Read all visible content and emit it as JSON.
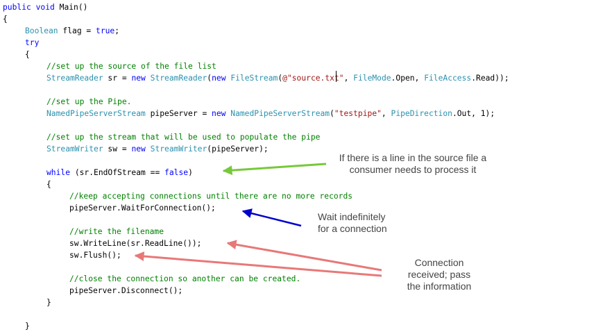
{
  "colors": {
    "keyword": "#0000ff",
    "type": "#2b91af",
    "comment": "#008000",
    "string": "#a31515",
    "plain": "#000000",
    "arrow_green": "#77c93a",
    "arrow_blue": "#0000cc",
    "arrow_red": "#e87878"
  },
  "code_lines": [
    [
      {
        "t": "public",
        "k": "kw"
      },
      {
        "t": " ",
        "k": "pl"
      },
      {
        "t": "void",
        "k": "kw"
      },
      {
        "t": " Main()",
        "k": "pl"
      }
    ],
    [
      {
        "t": "{",
        "k": "pl"
      }
    ],
    [
      {
        "t": "Boolean",
        "k": "ty"
      },
      {
        "t": " flag = ",
        "k": "pl"
      },
      {
        "t": "true",
        "k": "kw"
      },
      {
        "t": ";",
        "k": "pl"
      }
    ],
    [
      {
        "t": "try",
        "k": "kw"
      }
    ],
    [
      {
        "t": "{",
        "k": "pl"
      }
    ],
    [
      {
        "t": "//set up the source of the file list",
        "k": "cm"
      }
    ],
    [
      {
        "t": "StreamReader",
        "k": "ty"
      },
      {
        "t": " sr = ",
        "k": "pl"
      },
      {
        "t": "new",
        "k": "kw"
      },
      {
        "t": " ",
        "k": "pl"
      },
      {
        "t": "StreamReader",
        "k": "ty"
      },
      {
        "t": "(",
        "k": "pl"
      },
      {
        "t": "new",
        "k": "kw"
      },
      {
        "t": " ",
        "k": "pl"
      },
      {
        "t": "FileStream",
        "k": "ty"
      },
      {
        "t": "(",
        "k": "pl"
      },
      {
        "t": "@\"source.txt\"",
        "k": "st"
      },
      {
        "t": ", ",
        "k": "pl"
      },
      {
        "t": "FileMode",
        "k": "ty"
      },
      {
        "t": ".Open, ",
        "k": "pl"
      },
      {
        "t": "FileAccess",
        "k": "ty"
      },
      {
        "t": ".Read));",
        "k": "pl"
      }
    ],
    [],
    [
      {
        "t": "//set up the Pipe.",
        "k": "cm"
      }
    ],
    [
      {
        "t": "NamedPipeServerStream",
        "k": "ty"
      },
      {
        "t": " pipeServer = ",
        "k": "pl"
      },
      {
        "t": "new",
        "k": "kw"
      },
      {
        "t": " ",
        "k": "pl"
      },
      {
        "t": "NamedPipeServerStream",
        "k": "ty"
      },
      {
        "t": "(",
        "k": "pl"
      },
      {
        "t": "\"testpipe\"",
        "k": "st"
      },
      {
        "t": ", ",
        "k": "pl"
      },
      {
        "t": "PipeDirection",
        "k": "ty"
      },
      {
        "t": ".Out, 1);",
        "k": "pl"
      }
    ],
    [],
    [
      {
        "t": "//set up the stream that will be used to populate the pipe",
        "k": "cm"
      }
    ],
    [
      {
        "t": "StreamWriter",
        "k": "ty"
      },
      {
        "t": " sw = ",
        "k": "pl"
      },
      {
        "t": "new",
        "k": "kw"
      },
      {
        "t": " ",
        "k": "pl"
      },
      {
        "t": "StreamWriter",
        "k": "ty"
      },
      {
        "t": "(pipeServer);",
        "k": "pl"
      }
    ],
    [],
    [
      {
        "t": "while",
        "k": "kw"
      },
      {
        "t": " (sr.EndOfStream == ",
        "k": "pl"
      },
      {
        "t": "false",
        "k": "kw"
      },
      {
        "t": ")",
        "k": "pl"
      }
    ],
    [
      {
        "t": "{",
        "k": "pl"
      }
    ],
    [
      {
        "t": "//keep accepting connections until there are no more records",
        "k": "cm"
      }
    ],
    [
      {
        "t": "pipeServer.WaitForConnection();",
        "k": "pl"
      }
    ],
    [],
    [
      {
        "t": "//write the filename",
        "k": "cm"
      }
    ],
    [
      {
        "t": "sw.WriteLine(sr.ReadLine());",
        "k": "pl"
      }
    ],
    [
      {
        "t": "sw.Flush();",
        "k": "pl"
      }
    ],
    [],
    [
      {
        "t": "//close the connection so another can be created.",
        "k": "cm"
      }
    ],
    [
      {
        "t": "pipeServer.Disconnect();",
        "k": "pl"
      }
    ],
    [
      {
        "t": "}",
        "k": "pl"
      }
    ],
    [],
    [
      {
        "t": "}",
        "k": "pl"
      }
    ]
  ],
  "annotations": {
    "consumer": "If there is a line in the source file a\nconsumer needs to process it",
    "wait": "Wait indefinitely\nfor a connection",
    "received": "Connection\nreceived; pass\nthe information"
  }
}
